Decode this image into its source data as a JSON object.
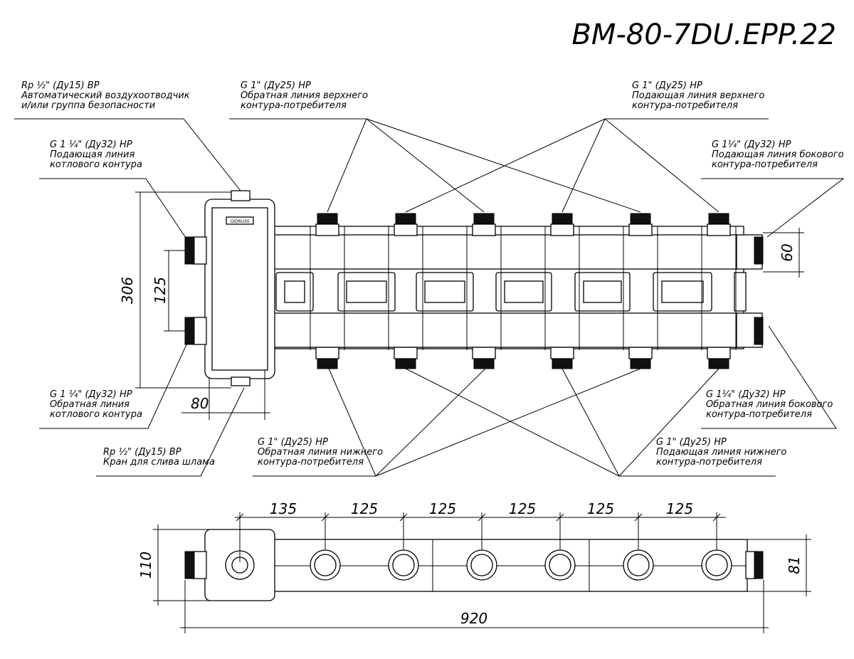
{
  "title": "BM-80-7DU.EPP.22",
  "brand": "GIDRUSS",
  "labels": {
    "air_vent": [
      "Rp ½\" (Ду15) ВР",
      "Автоматический воздухоотводчик",
      "и/или группа безопасности"
    ],
    "upper_return": [
      "G 1\" (Ду25) НР",
      "Обратная линия верхнего",
      "контура-потребителя"
    ],
    "upper_supply": [
      "G 1\" (Ду25) НР",
      "Подающая линия верхнего",
      "контура-потребителя"
    ],
    "boiler_supply": [
      "G 1 ¼\" (Ду32) НР",
      "Подающая линия",
      "котлового контура"
    ],
    "side_supply": [
      "G 1¼\" (Ду32) НР",
      "Подающая линия бокового",
      "контура-потребителя"
    ],
    "boiler_return": [
      "G 1 ¼\" (Ду32) НР",
      "Обратная линия",
      "котлового контура"
    ],
    "side_return": [
      "G 1¼\" (Ду32) НР",
      "Обратная линия бокового",
      "контура-потребителя"
    ],
    "drain": [
      "Rp ½\" (Ду15) ВР",
      "Кран для слива шлама"
    ],
    "lower_return": [
      "G 1\" (Ду25) НР",
      "Обратная линия нижнего",
      "контура-потребителя"
    ],
    "lower_supply": [
      "G 1\" (Ду25) НР",
      "Подающая линия нижнего",
      "контура-потребителя"
    ]
  },
  "dims": {
    "height_total": "306",
    "pipe_spacing": "125",
    "side_outlet": "60",
    "separator_offset": "80",
    "spacing_first": "135",
    "spacing": [
      "125",
      "125",
      "125",
      "125",
      "125"
    ],
    "depth_total": "110",
    "depth_pipe": "81",
    "length_total": "920"
  }
}
